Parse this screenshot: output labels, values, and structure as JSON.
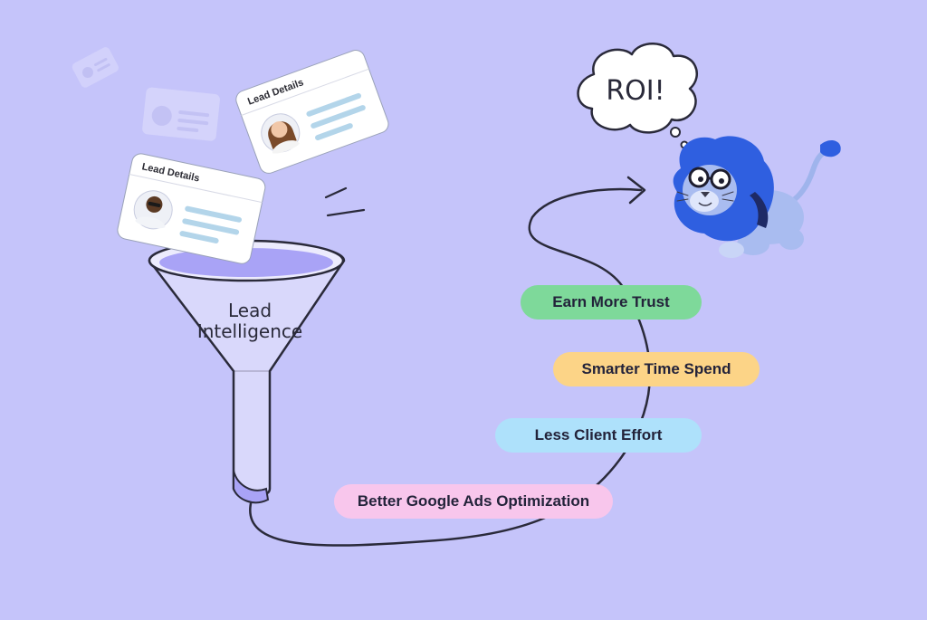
{
  "cards": [
    {
      "title": "Lead Details"
    },
    {
      "title": "Lead Details"
    }
  ],
  "funnel": {
    "label_line1": "Lead",
    "label_line2": "Intelligence"
  },
  "thought_bubble": {
    "text": "ROI!"
  },
  "benefits": [
    {
      "label": "Earn More Trust",
      "color": "#7ed99a"
    },
    {
      "label": "Smarter Time Spend",
      "color": "#fcd487"
    },
    {
      "label": "Less Client Effort",
      "color": "#aee1fb"
    },
    {
      "label": "Better Google Ads Optimization",
      "color": "#f8c6ec"
    }
  ],
  "colors": {
    "background": "#c5c4fa",
    "funnel_fill": "#d9d8fb",
    "funnel_liquid": "#a9a3f6",
    "lion_blue": "#2f5fe0",
    "outline": "#2a2a3a"
  },
  "icons": [
    "funnel-icon",
    "lion-mascot",
    "thought-bubble-icon",
    "arrow-icon",
    "avatar-man",
    "avatar-woman"
  ]
}
